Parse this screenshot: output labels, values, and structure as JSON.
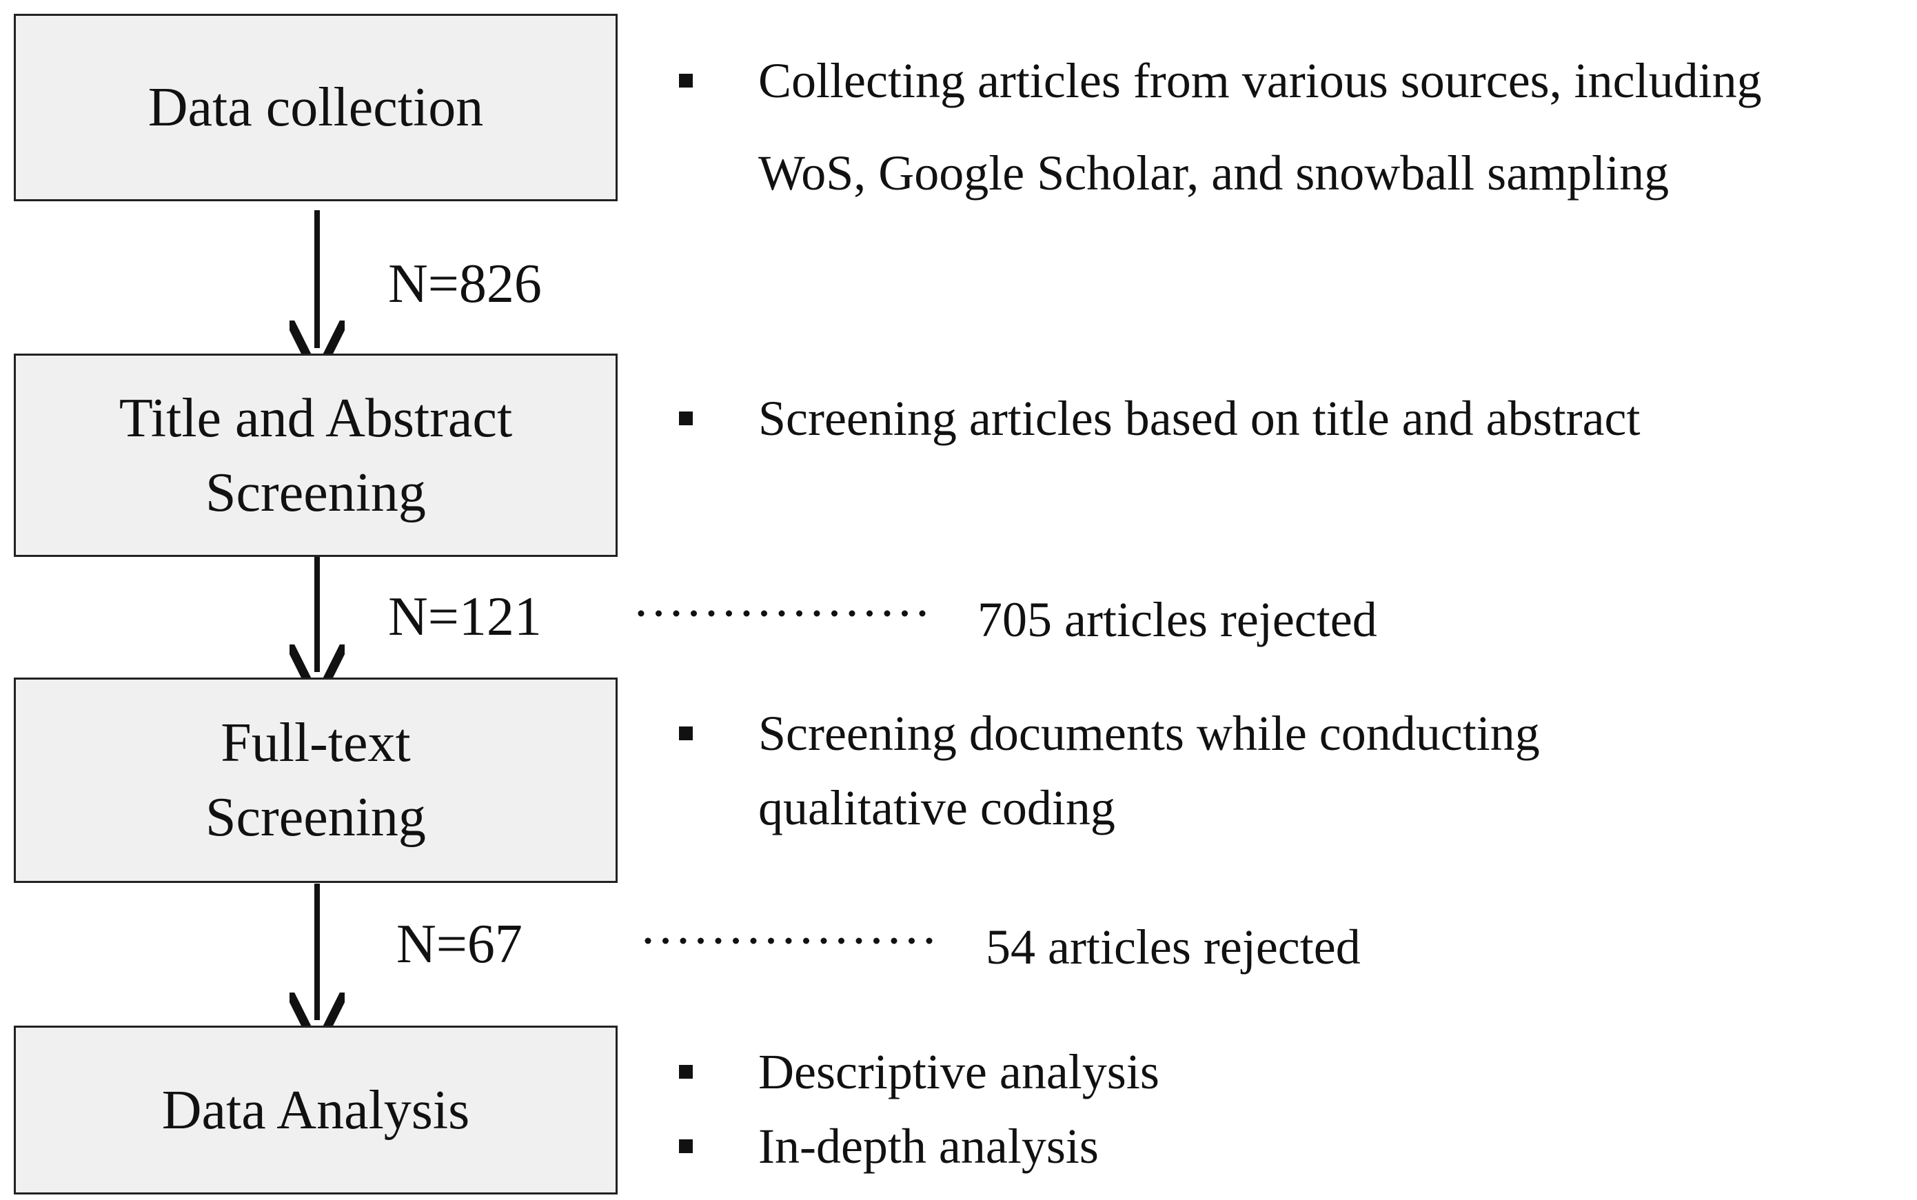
{
  "stages": [
    {
      "lines": [
        "Data collection"
      ]
    },
    {
      "lines": [
        "Title and Abstract",
        "Screening"
      ]
    },
    {
      "lines": [
        "Full-text",
        "Screening"
      ]
    },
    {
      "lines": [
        "Data Analysis"
      ]
    }
  ],
  "counts": [
    "N=826",
    "N=121",
    "N=67"
  ],
  "descriptions": [
    [
      "Collecting articles from various sources, including",
      "WoS, Google Scholar, and snowball sampling"
    ],
    [
      "Screening articles based on title and abstract"
    ],
    [
      "Screening documents while conducting",
      "qualitative coding"
    ],
    [
      "Descriptive analysis"
    ],
    [
      "In-depth analysis"
    ]
  ],
  "rejections": [
    "705 articles rejected",
    "54 articles rejected"
  ]
}
